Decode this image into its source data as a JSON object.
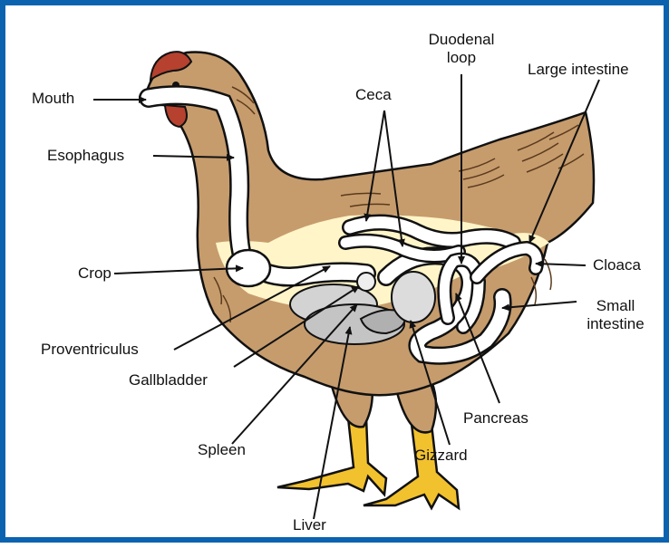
{
  "colors": {
    "frame": "#0b63b0",
    "body": "#c69c6d",
    "body_dark": "#8a5a2b",
    "tract": "#ffffff",
    "tract_border": "#fff5c8",
    "comb": "#b5412e",
    "legs": "#f2c12e",
    "organ": "#d3d3d3"
  },
  "labels": {
    "mouth": "Mouth",
    "esophagus": "Esophagus",
    "crop": "Crop",
    "proventriculus": "Proventriculus",
    "gallbladder": "Gallbladder",
    "spleen": "Spleen",
    "liver": "Liver",
    "ceca": "Ceca",
    "duodenal_loop_1": "Duodenal",
    "duodenal_loop_2": "loop",
    "large_intestine": "Large intestine",
    "cloaca": "Cloaca",
    "small_intestine_1": "Small",
    "small_intestine_2": "intestine",
    "pancreas": "Pancreas",
    "gizzard": "Gizzard"
  }
}
